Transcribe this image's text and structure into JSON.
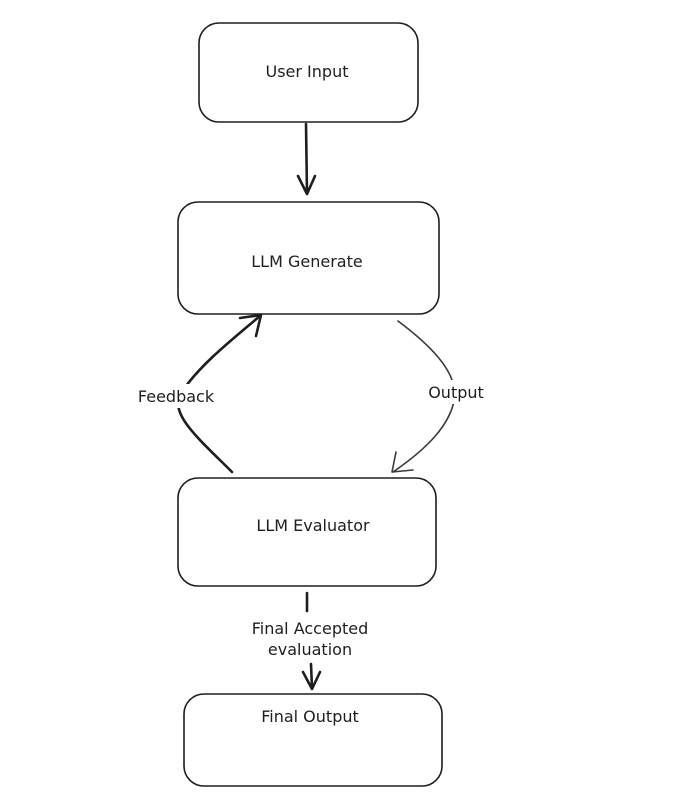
{
  "diagram": {
    "nodes": {
      "user_input": {
        "label": "User Input"
      },
      "llm_generate": {
        "label": "LLM Generate"
      },
      "llm_evaluator": {
        "label": "LLM Evaluator"
      },
      "final_output": {
        "label": "Final Output"
      }
    },
    "edges": {
      "input_to_generate": {
        "label": ""
      },
      "generate_to_evaluator": {
        "label": "Output"
      },
      "evaluator_to_generate": {
        "label": "Feedback"
      },
      "evaluator_to_final": {
        "label_line1": "Final Accepted",
        "label_line2": "evaluation"
      }
    }
  }
}
